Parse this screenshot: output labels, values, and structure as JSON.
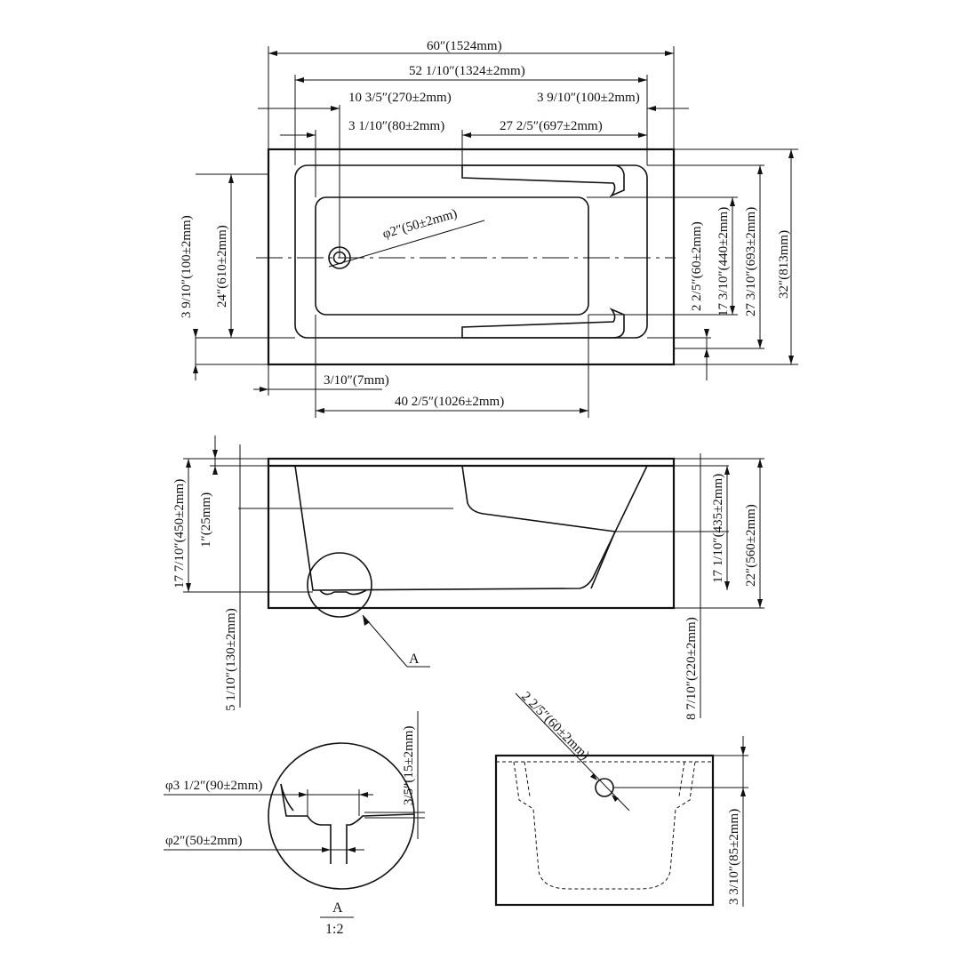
{
  "dimensions": {
    "overall_length": "60″(1524mm)",
    "inner_length": "52 1/10″(1324±2mm)",
    "drain_from_left": "10 3/5″(270±2mm)",
    "rim_right": "3 9/10″(100±2mm)",
    "rim_left": "3 1/10″(80±2mm)",
    "armrest_length": "27 2/5″(697±2mm)",
    "drain_dia": "φ2″(50±2mm)",
    "width_left_small": "3 9/10″(100±2mm)",
    "inner_width_24": "24″(610±2mm)",
    "width_60": "2 2/5″(60±2mm)",
    "width_440": "17 3/10″(440±2mm)",
    "width_693": "27 3/10″(693±2mm)",
    "overall_width": "32″(813mm)",
    "flange_7": "3/10″(7mm)",
    "floor_length": "40 2/5″(1026±2mm)",
    "depth_450": "17 7/10″(450±2mm)",
    "rim_25": "1″(25mm)",
    "depth_435": "17 1/10″(435±2mm)",
    "height_560": "22″(560±2mm)",
    "base_130": "5 1/10″(130±2mm)",
    "base_220": "8 7/10″(220±2mm)",
    "overflow_60": "2 2/5″(60±2mm)",
    "overflow_85": "3 3/10″(85±2mm)",
    "detail_dia_90": "φ3 1/2″(90±2mm)",
    "detail_dia_50": "φ2″(50±2mm)",
    "detail_15": "3/5″(15±2mm)"
  },
  "detail": {
    "callout": "A",
    "title": "A",
    "scale": "1:2"
  }
}
